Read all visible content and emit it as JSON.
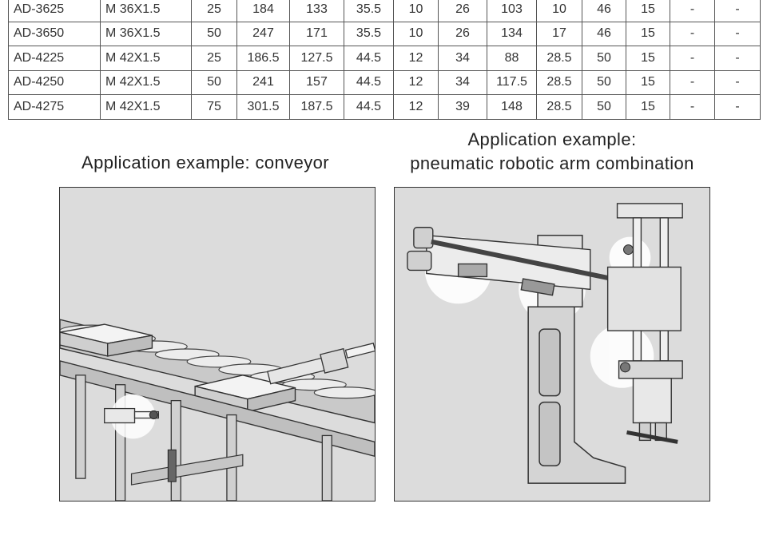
{
  "spec_table": {
    "rows": [
      [
        "AD-3625",
        "M 36X1.5",
        "25",
        "184",
        "133",
        "35.5",
        "10",
        "26",
        "103",
        "10",
        "46",
        "15",
        "-",
        "-"
      ],
      [
        "AD-3650",
        "M 36X1.5",
        "50",
        "247",
        "171",
        "35.5",
        "10",
        "26",
        "134",
        "17",
        "46",
        "15",
        "-",
        "-"
      ],
      [
        "AD-4225",
        "M 42X1.5",
        "25",
        "186.5",
        "127.5",
        "44.5",
        "12",
        "34",
        "88",
        "28.5",
        "50",
        "15",
        "-",
        "-"
      ],
      [
        "AD-4250",
        "M 42X1.5",
        "50",
        "241",
        "157",
        "44.5",
        "12",
        "34",
        "117.5",
        "28.5",
        "50",
        "15",
        "-",
        "-"
      ],
      [
        "AD-4275",
        "M 42X1.5",
        "75",
        "301.5",
        "187.5",
        "44.5",
        "12",
        "39",
        "148",
        "28.5",
        "50",
        "15",
        "-",
        "-"
      ]
    ]
  },
  "left_example": {
    "caption": "Application example: conveyor"
  },
  "right_example": {
    "caption_line1": "Application example:",
    "caption_line2": "pneumatic robotic arm combination"
  },
  "colors": {
    "panel_background": "#dcdcdc",
    "outline": "#333333",
    "highlight": "#ffffff"
  }
}
